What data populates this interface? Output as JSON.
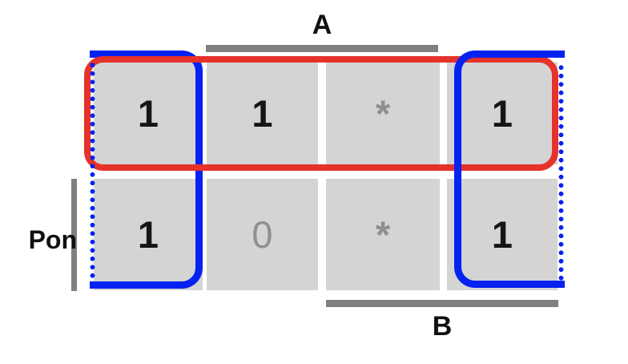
{
  "kmap": {
    "type": "karnaugh-map",
    "variables": {
      "top_label": "A",
      "bottom_label": "B",
      "left_label": "Pon"
    },
    "rows": [
      {
        "cells": [
          {
            "value": "1",
            "style": "strong"
          },
          {
            "value": "1",
            "style": "strong"
          },
          {
            "value": "*",
            "style": "muted-bold"
          },
          {
            "value": "1",
            "style": "strong"
          }
        ]
      },
      {
        "cells": [
          {
            "value": "1",
            "style": "strong"
          },
          {
            "value": "0",
            "style": "muted-regular"
          },
          {
            "value": "*",
            "style": "muted-bold"
          },
          {
            "value": "1",
            "style": "strong"
          }
        ]
      }
    ],
    "groups": [
      {
        "name": "red-group",
        "covers": "entire top row"
      },
      {
        "name": "blue-group",
        "covers": "first and last columns, wrapping around (dotted edges)"
      }
    ],
    "colors": {
      "red": "#e5322a",
      "blue": "#0522f0",
      "cell": "#d4d4d4",
      "bar": "#808080",
      "muted": "#8f8f8f",
      "text": "#151515"
    }
  }
}
